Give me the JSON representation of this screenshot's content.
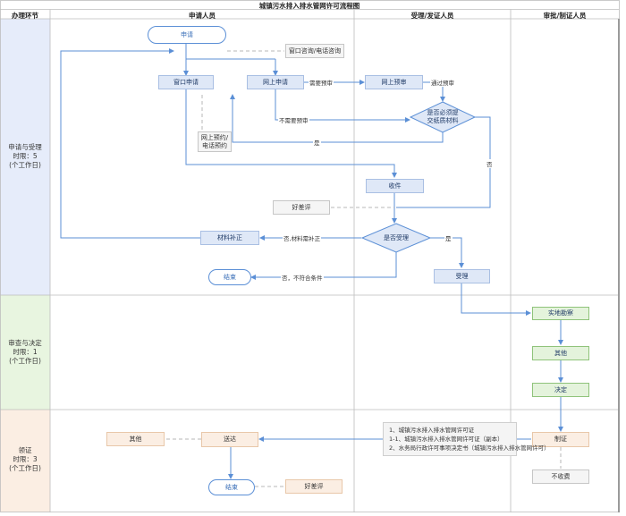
{
  "title": "城镇污水排入排水管网许可流程图",
  "headers": {
    "col0": "办理环节",
    "col1": "申请人员",
    "col2": "受理/发证人员",
    "col3": "审批/制证人员"
  },
  "stages": {
    "s1": "申请与受理\n时限：5\n(个工作日)",
    "s2": "审查与决定\n时限：1\n(个工作日)",
    "s3": "领证\n时限：3\n(个工作日)"
  },
  "nodes": {
    "apply": "申请",
    "consult": "窗口咨询/电话咨询",
    "window_apply": "窗口申请",
    "online_apply": "网上申请",
    "online_prereview": "网上预审",
    "submit_check": "是否必须提\n交纸质材料",
    "online_appoint": "网上预约/\n电话预约",
    "receive": "收件",
    "good_review1": "好差评",
    "material_fix": "材料补正",
    "accept_check": "是否受理",
    "end1": "结束",
    "accept": "受理",
    "site_survey": "实地勘察",
    "other1": "其他",
    "decision": "决定",
    "make_cert": "制证",
    "no_fee": "不收费",
    "deliver": "送达",
    "other2": "其他",
    "end2": "结束",
    "good_review2": "好差评"
  },
  "edge_labels": {
    "need_prereview": "需要预审",
    "pass_prereview": "通过预审",
    "no_prereview": "不需要预审",
    "yes1": "是",
    "no1": "否",
    "no_fix": "否,材料需补正",
    "yes2": "是",
    "no_reject": "否，不符合条件"
  },
  "cert_note": [
    "1、城镇污水排入排水管网许可证",
    "1-1、城镇污水排入排水管网许可证（副本）",
    "2、水务局行政许可事项决定书（城镇污水排入排水管网许可）"
  ],
  "colors": {
    "flow_line": "#5b8fd6",
    "stage1_bg": "#e6ecfa",
    "stage2_bg": "#e8f5e0",
    "stage3_bg": "#fbeee3"
  }
}
